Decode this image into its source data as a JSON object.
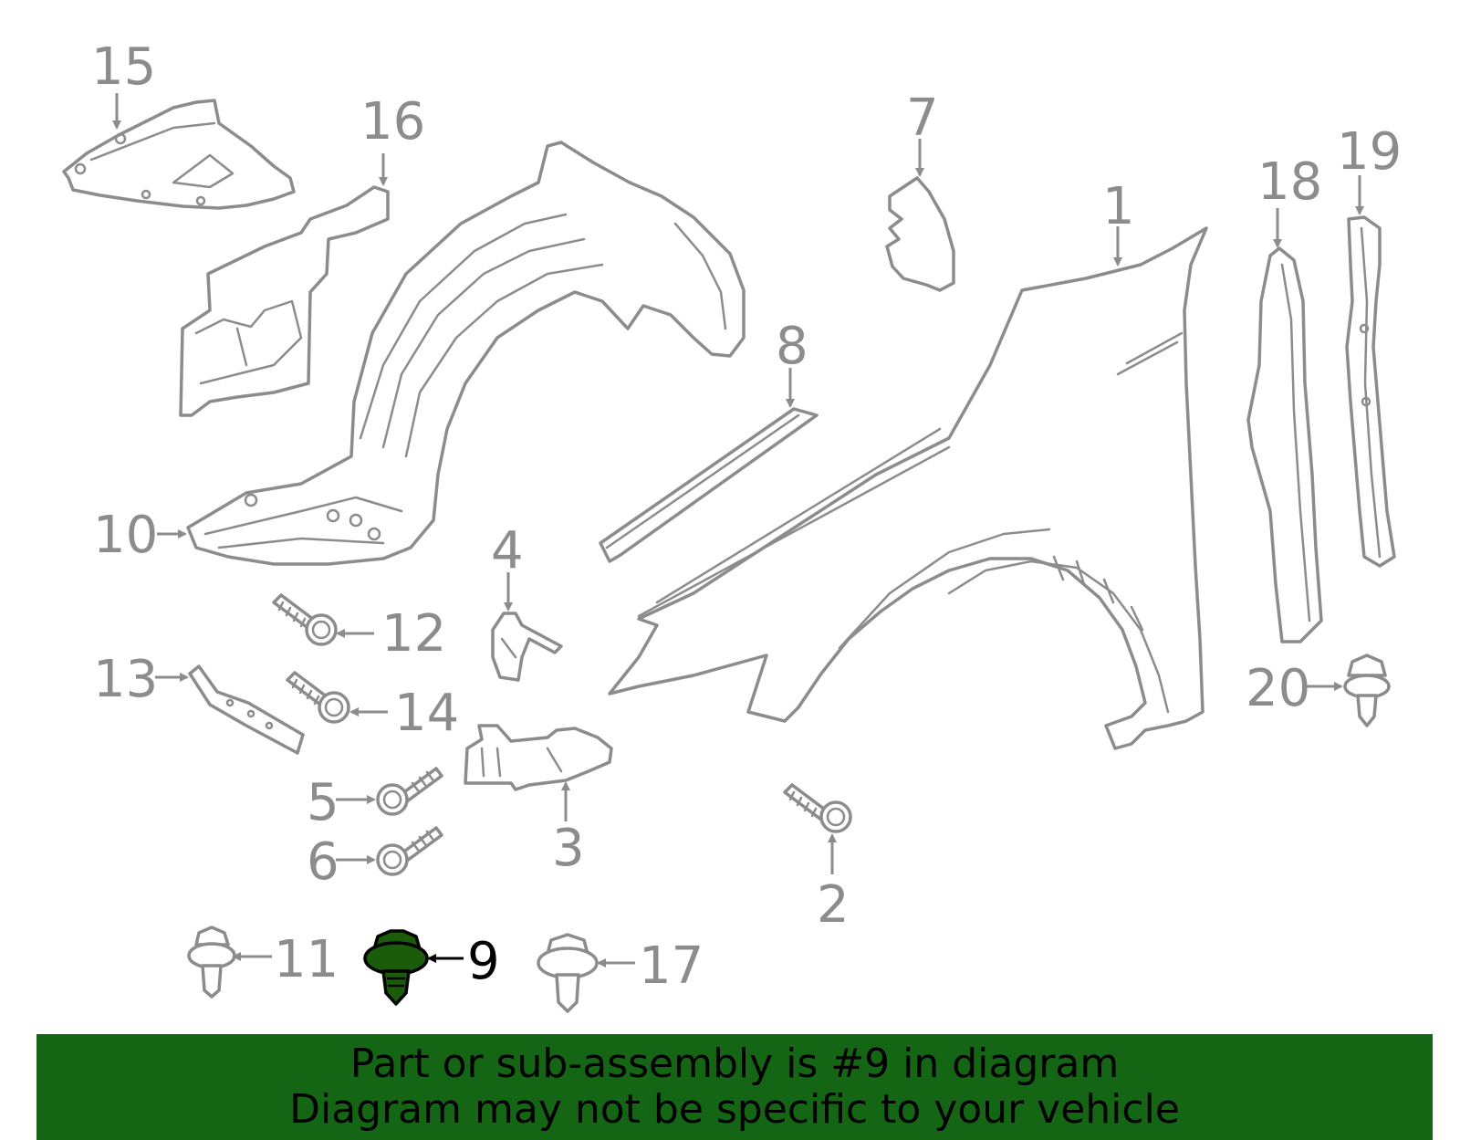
{
  "callouts": {
    "c1": "1",
    "c2": "2",
    "c3": "3",
    "c4": "4",
    "c5": "5",
    "c6": "6",
    "c7": "7",
    "c8": "8",
    "c9": "9",
    "c10": "10",
    "c11": "11",
    "c12": "12",
    "c13": "13",
    "c14": "14",
    "c15": "15",
    "c16": "16",
    "c17": "17",
    "c18": "18",
    "c19": "19",
    "c20": "20"
  },
  "highlighted_part": "9",
  "colors": {
    "line_gray": "#8c8c8c",
    "highlight_fill": "#1a5c0a",
    "banner_bg": "#146614",
    "banner_text": "#000000"
  },
  "banner": {
    "line1": "Part or sub-assembly is #9 in diagram",
    "line2": "Diagram may not be specific to your vehicle"
  }
}
